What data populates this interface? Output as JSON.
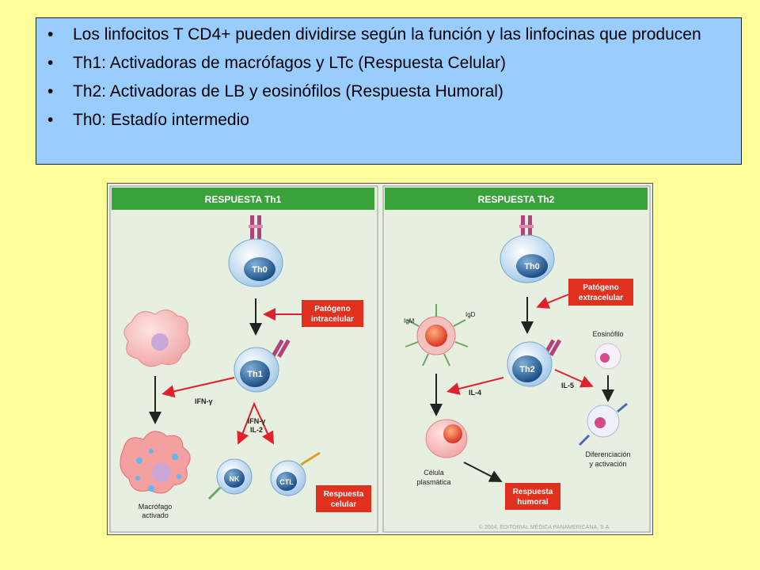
{
  "bullets": [
    "Los linfocitos T CD4+ pueden dividirse según la función y las linfocinas que producen",
    "Th1: Activadoras de macrófagos y LTc  (Respuesta Celular)",
    "Th2: Activadoras de LB y eosinófilos  (Respuesta Humoral)",
    "Th0:  Estadío intermedio"
  ],
  "bullet_char": "•",
  "figure": {
    "th1": {
      "header": "RESPUESTA Th1",
      "th0": "Th0",
      "pathogen": [
        "Patógeno",
        "intracelular"
      ],
      "th1": "Th1",
      "ifn_left": "IFN-γ",
      "ifn_il2": [
        "IFN-γ",
        "IL-2"
      ],
      "nk": "NK",
      "ctl": "CTL",
      "macrophage": [
        "Macrófago",
        "activado"
      ],
      "response": [
        "Respuesta",
        "celular"
      ]
    },
    "th2": {
      "header": "RESPUESTA Th2",
      "th0": "Th0",
      "pathogen": [
        "Patógeno",
        "extracelular"
      ],
      "igm": "IgM",
      "igd": "IgD",
      "th2": "Th2",
      "eosinophil": "Eosinófilo",
      "il4": "IL-4",
      "il5": "IL-5",
      "plasma": [
        "Célula",
        "plasmática"
      ],
      "differentiation": [
        "Diferenciación",
        "y activación"
      ],
      "response": [
        "Respuesta",
        "humoral"
      ]
    },
    "copyright": "© 2004, EDITORIAL MÉDICA PANAMERICANA, S.A."
  },
  "colors": {
    "background": "#ffff99",
    "textbox": "#99ccff",
    "header_green": "#3aa23a",
    "label_red": "#e0301e",
    "arrow_red": "#e0202a"
  }
}
